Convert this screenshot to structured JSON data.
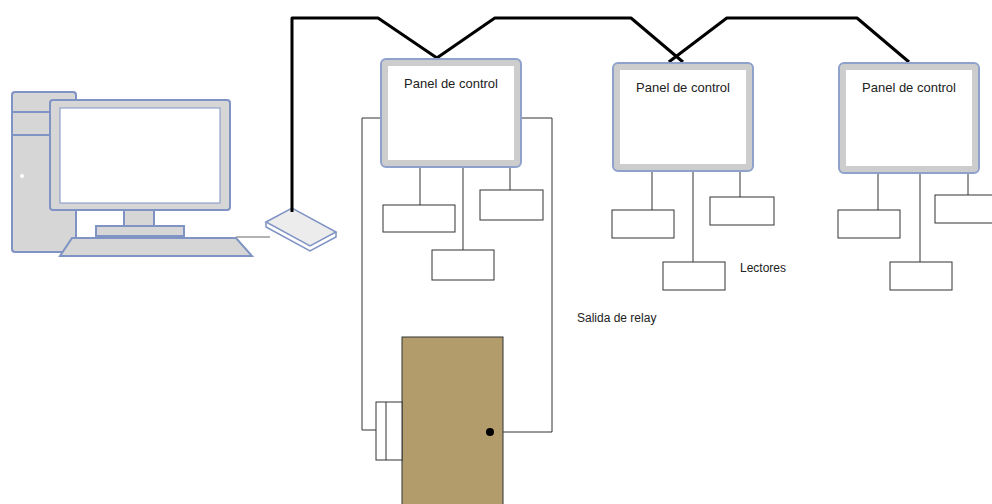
{
  "diagram": {
    "nodes": [
      {
        "text": [
          "Panel de control"
        ]
      },
      {
        "text": [
          "Panel de control"
        ]
      },
      {
        "text": [
          "Panel de control"
        ]
      }
    ],
    "edges": [
      {
        "from": 0,
        "to": 1,
        "arrow": "none"
      },
      {
        "from": 1,
        "to": 2,
        "arrow": "none"
      }
    ],
    "labels": [
      "Lectores",
      "Salida de relay"
    ]
  }
}
